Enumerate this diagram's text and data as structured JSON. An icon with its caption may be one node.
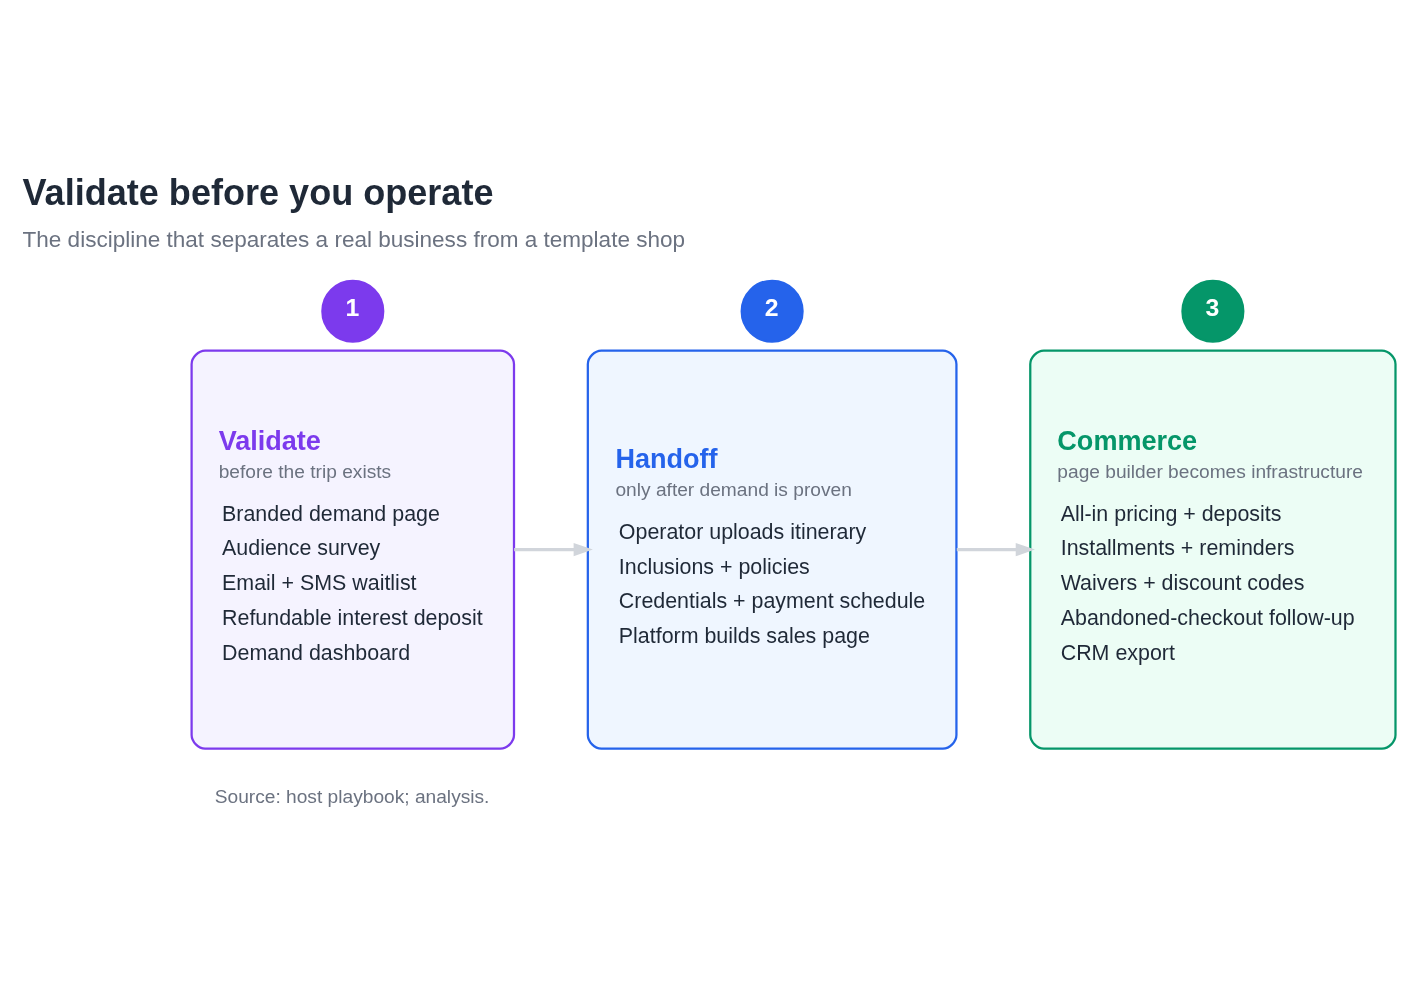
{
  "diagram": {
    "title": "Validate before you operate",
    "nodes": [
      {
        "text": [
          "1"
        ]
      },
      {
        "text": [
          "Validate",
          "before the trip exists",
          "Branded demand page",
          "Audience survey",
          "Email + SMS waitlist",
          "Refundable interest deposit",
          "Demand dashboard"
        ]
      },
      {
        "text": [
          "2"
        ]
      },
      {
        "text": [
          "Handoff",
          "only after demand is proven",
          "Operator uploads itinerary",
          "Inclusions + policies",
          "Credentials + payment schedule",
          "Platform builds sales page"
        ]
      },
      {
        "text": [
          "3"
        ]
      },
      {
        "text": [
          "Commerce",
          "page builder becomes infrastructure",
          "All-in pricing + deposits",
          "Installments + reminders",
          "Waivers + discount codes",
          "Abandoned-checkout follow-up",
          "CRM export"
        ]
      }
    ],
    "edges": [
      {
        "from": 1,
        "to": 3,
        "arrow": "to"
      },
      {
        "from": 3,
        "to": 5,
        "arrow": "to"
      }
    ],
    "labels": [
      "The discipline that separates a real business from a template shop",
      "Source: host playbook; analysis."
    ]
  }
}
